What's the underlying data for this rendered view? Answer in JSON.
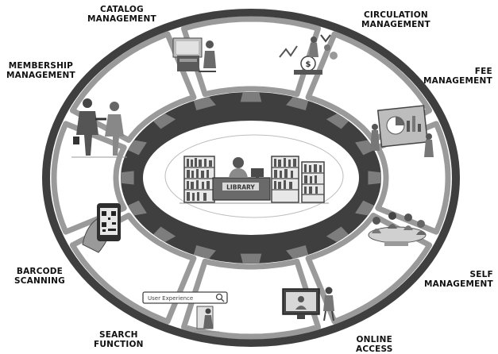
{
  "segments": [
    {
      "id": "catalog",
      "line1": "CATALOG",
      "line2": "MANAGEMENT",
      "icon": "desk-workstation-icon"
    },
    {
      "id": "circulation",
      "line1": "CIRCULATION",
      "line2": "MANAGEMENT",
      "icon": "money-plant-icon"
    },
    {
      "id": "fee",
      "line1": "FEE",
      "line2": "MANAGEMENT",
      "icon": "finance-board-icon"
    },
    {
      "id": "self",
      "line1": "SELF",
      "line2": "MANAGEMENT",
      "icon": "team-table-icon"
    },
    {
      "id": "online",
      "line1": "ONLINE",
      "line2": "ACCESS",
      "icon": "monitor-user-icon"
    },
    {
      "id": "search",
      "line1": "SEARCH",
      "line2": "FUNCTION",
      "icon": "search-bar-icon"
    },
    {
      "id": "barcode",
      "line1": "BARCODE",
      "line2": "SCANNING",
      "icon": "phone-qr-icon"
    },
    {
      "id": "membership",
      "line1": "MEMBERSHIP",
      "line2": "MANAGEMENT",
      "icon": "handshake-icon"
    }
  ],
  "center": {
    "sign": "LIBRARY",
    "icon": "library-desk-icon"
  },
  "search_placeholder": "User Experience",
  "colors": {
    "ring": "#3f3f3f",
    "segment_edge": "#9a9a9a",
    "segment_fill": "#ffffff",
    "center_fill": "#ffffff",
    "shelf": "#4a4a4a",
    "accent": "#7d7d7d"
  }
}
